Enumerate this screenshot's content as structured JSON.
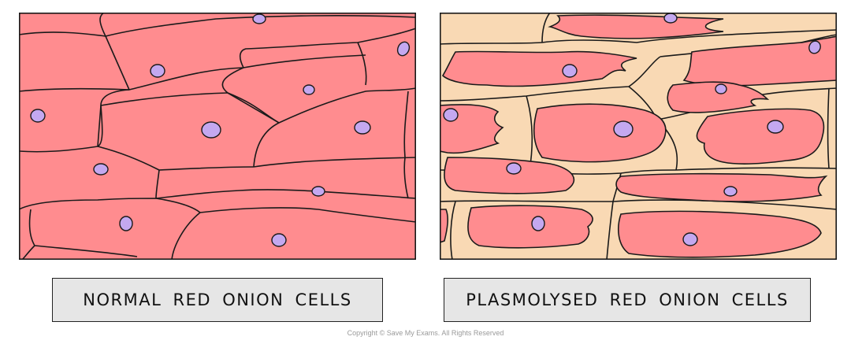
{
  "diagram": {
    "panels": [
      {
        "id": "normal",
        "label": "NORMAL RED ONION CELLS"
      },
      {
        "id": "plasmolysed",
        "label": "PLASMOLYSED RED ONION CELLS"
      }
    ],
    "copyright": "Copyright © Save My Exams. All Rights Reserved"
  },
  "colors": {
    "cytoplasm_pink": "#ff8c8f",
    "cell_wall_gap": "#f9d9b4",
    "nucleus": "#c4a8f0",
    "outline": "#1a1a1a",
    "label_bg": "#e6e6e6"
  }
}
